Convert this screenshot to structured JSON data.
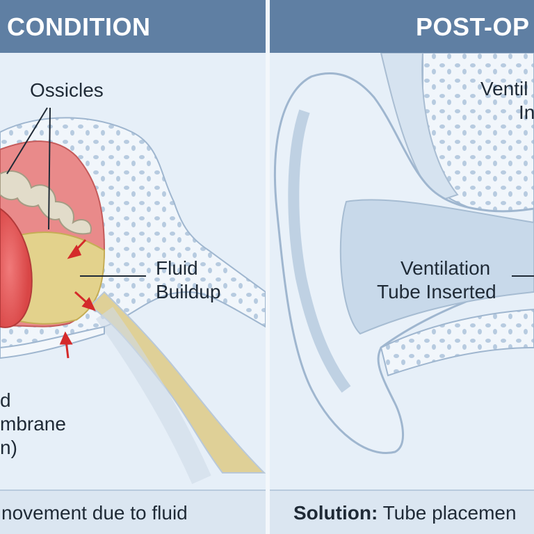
{
  "left_panel": {
    "header": "CONDITION",
    "labels": {
      "ossicles": "Ossicles",
      "fluid_line1": "Fluid",
      "fluid_line2": "Buildup",
      "membrane_line1": "d",
      "membrane_line2": "mbrane",
      "membrane_line3": "n)"
    },
    "footer": "novement due to fluid"
  },
  "right_panel": {
    "header": "POST-OP",
    "labels": {
      "top_line1": "Ventil",
      "top_line2": "In",
      "tube_line1": "Ventilation",
      "tube_line2": "Tube Inserted"
    },
    "footer_bold": "Solution:",
    "footer_text": " Tube placemen"
  },
  "colors": {
    "header": "#5f7fa3",
    "fluid": "#e3d28c",
    "inflamed": "#e05555",
    "arrow": "#d42a2a",
    "bone": "#c9d9ea"
  }
}
